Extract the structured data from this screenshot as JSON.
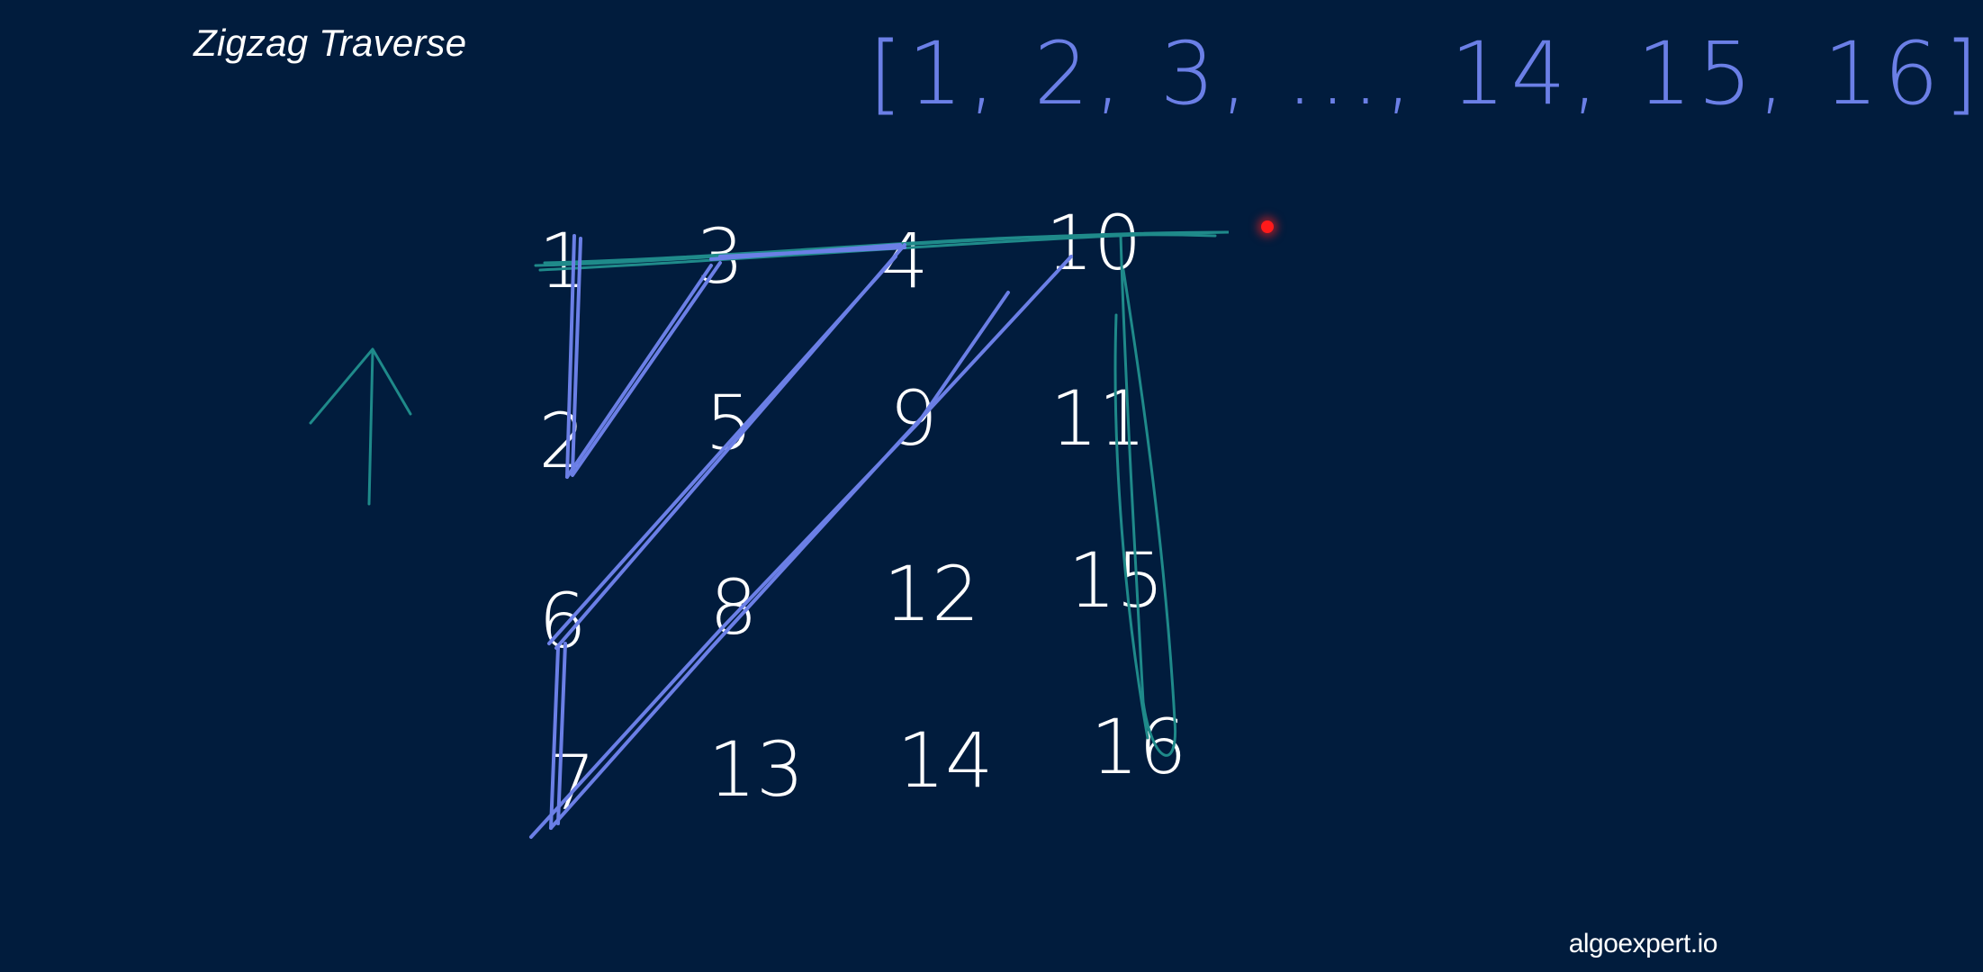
{
  "title": "Zigzag Traverse",
  "brand": "algoexpert.io",
  "result_array": "[1, 2, 3, ..., 14, 15, 16]",
  "matrix": [
    [
      "1",
      "3",
      "4",
      "10"
    ],
    [
      "2",
      "5",
      "9",
      "11"
    ],
    [
      "6",
      "8",
      "12",
      "15"
    ],
    [
      "7",
      "13",
      "14",
      "16"
    ]
  ],
  "colors": {
    "background": "#011c3d",
    "text": "#ffffff",
    "path_ink": "#6b7fe6",
    "annotation_ink": "#1f8a8a",
    "laser": "#ff1a1a"
  },
  "icons": {
    "direction_arrow": "up-arrow-icon",
    "pointer": "laser-pointer-icon"
  }
}
